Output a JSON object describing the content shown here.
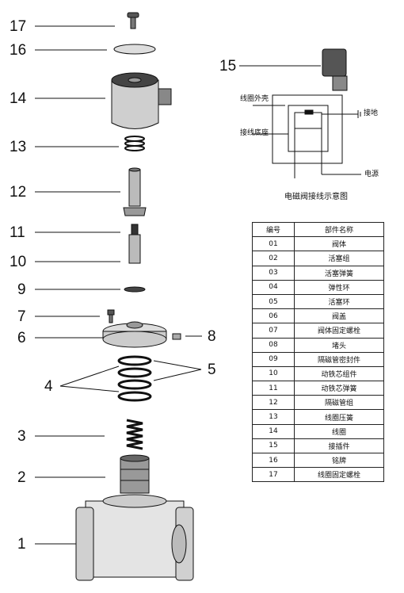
{
  "callouts": [
    "17",
    "16",
    "14",
    "13",
    "12",
    "11",
    "10",
    "9",
    "7",
    "6",
    "8",
    "4",
    "5",
    "3",
    "2",
    "1",
    "15"
  ],
  "wiring": {
    "coil_housing": "线圈外壳",
    "terminal_base": "接线底座",
    "ground": "接地",
    "power": "电源",
    "caption": "电磁阀接线示意图"
  },
  "parts_table": {
    "headers": [
      "编号",
      "部件名称"
    ],
    "rows": [
      [
        "01",
        "阀体"
      ],
      [
        "02",
        "活塞组"
      ],
      [
        "03",
        "活塞弹簧"
      ],
      [
        "04",
        "弹性环"
      ],
      [
        "05",
        "活塞环"
      ],
      [
        "06",
        "阀盖"
      ],
      [
        "07",
        "阀体固定螺栓"
      ],
      [
        "08",
        "堵头"
      ],
      [
        "09",
        "隔磁管密封件"
      ],
      [
        "10",
        "动铁芯组件"
      ],
      [
        "11",
        "动铁芯弹簧"
      ],
      [
        "12",
        "隔磁管组"
      ],
      [
        "13",
        "线圈压簧"
      ],
      [
        "14",
        "线圈"
      ],
      [
        "15",
        "接插件"
      ],
      [
        "16",
        "铭牌"
      ],
      [
        "17",
        "线圈固定螺栓"
      ]
    ]
  }
}
